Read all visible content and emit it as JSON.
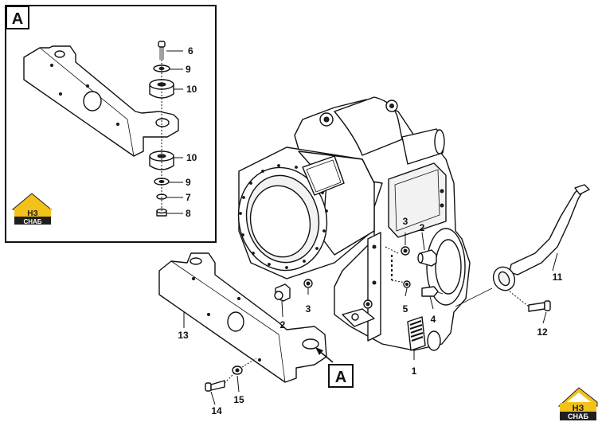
{
  "detail": {
    "letter": "A"
  },
  "callout": {
    "letter": "A"
  },
  "logo": {
    "short": "НЗ",
    "word": "СНАБ"
  },
  "labels": {
    "l6": "6",
    "l9a": "9",
    "l10a": "10",
    "l10b": "10",
    "l9b": "9",
    "l7": "7",
    "l8": "8",
    "l3a": "3",
    "l2a": "2",
    "l3b": "3",
    "l2b": "2",
    "l5": "5",
    "l4": "4",
    "l1": "1",
    "l11": "11",
    "l12": "12",
    "l13": "13",
    "l14": "14",
    "l15": "15"
  },
  "colors": {
    "logo_yellow": "#f2c21b",
    "logo_dark": "#1f1f1f",
    "ink": "#111111"
  }
}
